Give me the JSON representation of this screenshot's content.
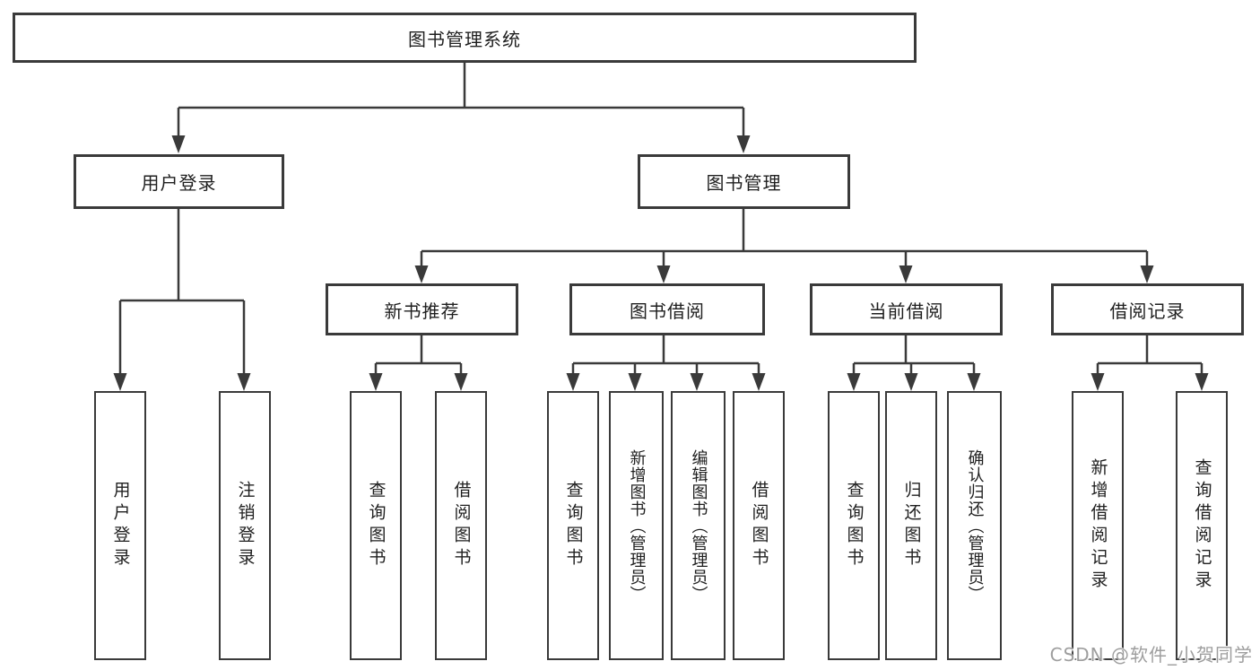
{
  "diagram": {
    "title": "图书管理系统",
    "nodes": {
      "root": {
        "label": "图书管理系统"
      },
      "user_login": {
        "label": "用户登录"
      },
      "book_mgmt": {
        "label": "图书管理"
      },
      "new_book_rec": {
        "label": "新书推荐"
      },
      "book_borrow": {
        "label": "图书借阅"
      },
      "current_borrow": {
        "label": "当前借阅"
      },
      "borrow_records": {
        "label": "借阅记录"
      },
      "leaf_user_login": {
        "label": "用户登录"
      },
      "leaf_logout": {
        "label": "注销登录"
      },
      "leaf_nb_query": {
        "label": "查询图书"
      },
      "leaf_nb_borrow": {
        "label": "借阅图书"
      },
      "leaf_bb_query": {
        "label": "查询图书"
      },
      "leaf_bb_add": {
        "label": "新增图书（管理员）"
      },
      "leaf_bb_edit": {
        "label": "编辑图书（管理员）"
      },
      "leaf_bb_borrow": {
        "label": "借阅图书"
      },
      "leaf_cb_query": {
        "label": "查询图书"
      },
      "leaf_cb_return": {
        "label": "归还图书"
      },
      "leaf_cb_confirm": {
        "label": "确认归还（管理员）"
      },
      "leaf_br_add": {
        "label": "新增借阅记录"
      },
      "leaf_br_query": {
        "label": "查询借阅记录"
      }
    },
    "hierarchy": {
      "图书管理系统": [
        "用户登录",
        "图书管理"
      ],
      "用户登录": [
        "用户登录",
        "注销登录"
      ],
      "图书管理": [
        "新书推荐",
        "图书借阅",
        "当前借阅",
        "借阅记录"
      ],
      "新书推荐": [
        "查询图书",
        "借阅图书"
      ],
      "图书借阅": [
        "查询图书",
        "新增图书（管理员）",
        "编辑图书（管理员）",
        "借阅图书"
      ],
      "当前借阅": [
        "查询图书",
        "归还图书",
        "确认归还（管理员）"
      ],
      "借阅记录": [
        "新增借阅记录",
        "查询借阅记录"
      ]
    }
  },
  "watermark": {
    "text": "CSDN @软件_小贺同学"
  },
  "colors": {
    "line": "#3a3a3a",
    "box_border": "#3a3a3a",
    "box_fill": "#ffffff",
    "text": "#1f1f1f",
    "background": "#ffffff",
    "watermark_text": "#9e9e9e"
  }
}
